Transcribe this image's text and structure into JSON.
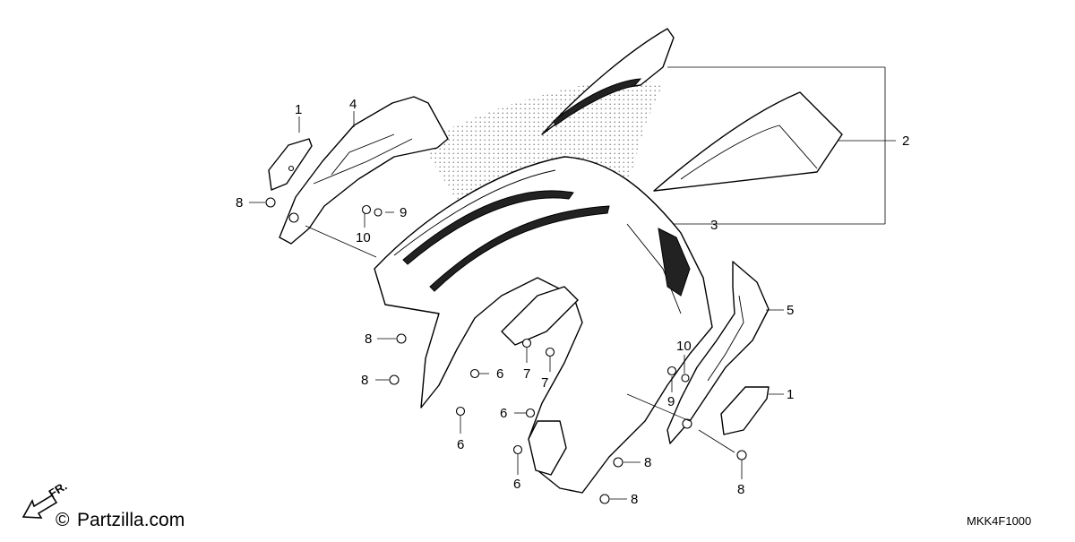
{
  "diagram": {
    "code": "MKK4F1000",
    "brand_text": "Partzilla.com",
    "copyright_symbol": "©",
    "direction_label": "FR.",
    "direction_icon": "front-arrow-icon",
    "callouts": {
      "c1a": "1",
      "c1b": "1",
      "c2": "2",
      "c3": "3",
      "c4": "4",
      "c5": "5",
      "c6a": "6",
      "c6b": "6",
      "c6c": "6",
      "c6d": "6",
      "c7a": "7",
      "c7b": "7",
      "c8a": "8",
      "c8b": "8",
      "c8c": "8",
      "c8d": "8",
      "c8e": "8",
      "c8f": "8",
      "c9a": "9",
      "c9b": "9",
      "c10a": "10",
      "c10b": "10"
    }
  }
}
